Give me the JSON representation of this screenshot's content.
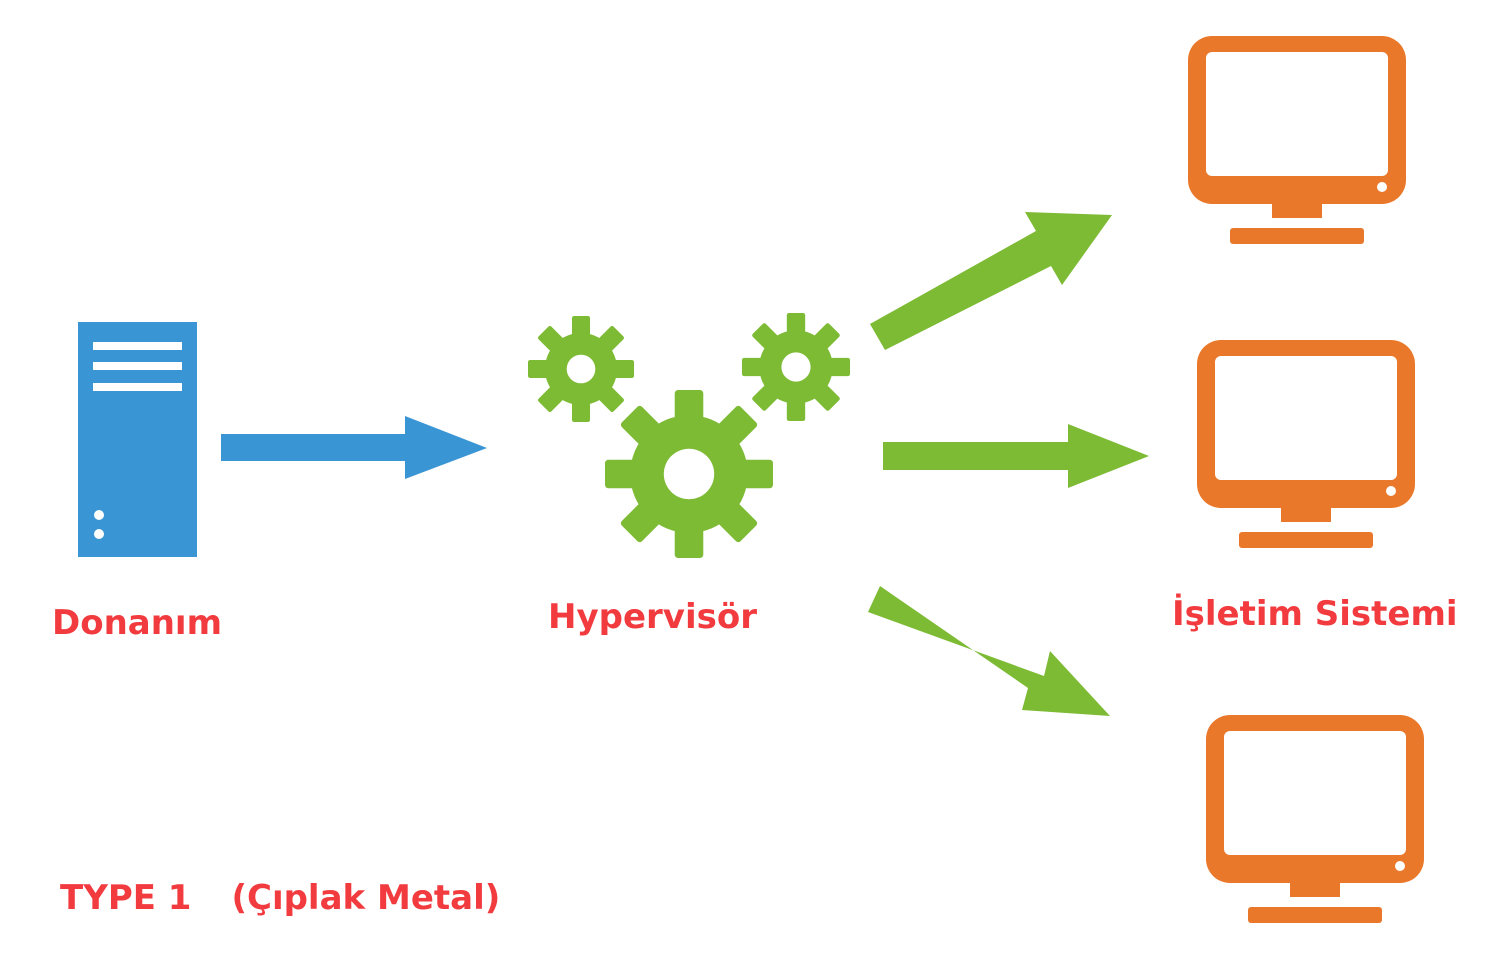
{
  "labels": {
    "hardware": "Donanım",
    "hypervisor": "Hypervisör",
    "os": "İşletim Sistemi",
    "type": "TYPE 1",
    "type_sub": "(Çıplak Metal)"
  },
  "colors": {
    "label": "#f23b3f",
    "server": "#3a95d4",
    "arrow_blue": "#3a95d4",
    "gear": "#7dbb35",
    "arrow_green": "#7dbb35",
    "monitor": "#ea782a"
  },
  "icons": [
    "server-icon",
    "gear-icon",
    "monitor-icon",
    "arrow-icon"
  ]
}
